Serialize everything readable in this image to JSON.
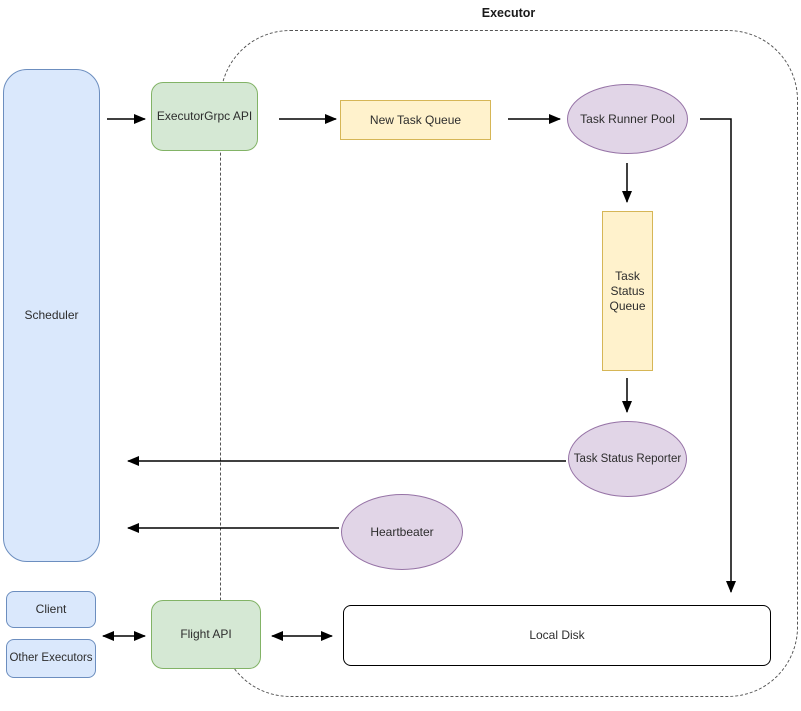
{
  "diagram": {
    "group_label": "Executor",
    "nodes": {
      "scheduler": {
        "label": "Scheduler",
        "shape": "rounded-rect",
        "color_key": "blue"
      },
      "executor_grpc_api": {
        "label": "ExecutorGrpc API",
        "shape": "rounded-rect",
        "color_key": "green"
      },
      "new_task_queue": {
        "label": "New Task Queue",
        "shape": "rect",
        "color_key": "yellow"
      },
      "task_runner_pool": {
        "label": "Task Runner Pool",
        "shape": "ellipse",
        "color_key": "purple"
      },
      "task_status_queue": {
        "label": "Task Status Queue",
        "shape": "rect",
        "color_key": "yellow"
      },
      "task_status_reporter": {
        "label": "Task Status Reporter",
        "shape": "ellipse",
        "color_key": "purple"
      },
      "heartbeater": {
        "label": "Heartbeater",
        "shape": "ellipse",
        "color_key": "purple"
      },
      "client": {
        "label": "Client",
        "shape": "rounded-rect",
        "color_key": "blue"
      },
      "other_executors": {
        "label": "Other Executors",
        "shape": "rounded-rect",
        "color_key": "blue"
      },
      "flight_api": {
        "label": "Flight API",
        "shape": "rounded-rect",
        "color_key": "green"
      },
      "local_disk": {
        "label": "Local Disk",
        "shape": "rounded-rect",
        "color_key": "white"
      }
    },
    "edges": [
      {
        "from": "scheduler",
        "to": "executor_grpc_api",
        "type": "arrow"
      },
      {
        "from": "executor_grpc_api",
        "to": "new_task_queue",
        "type": "arrow"
      },
      {
        "from": "new_task_queue",
        "to": "task_runner_pool",
        "type": "arrow"
      },
      {
        "from": "task_runner_pool",
        "to": "task_status_queue",
        "type": "arrow"
      },
      {
        "from": "task_status_queue",
        "to": "task_status_reporter",
        "type": "arrow"
      },
      {
        "from": "task_runner_pool",
        "to": "local_disk",
        "type": "arrow"
      },
      {
        "from": "task_status_reporter",
        "to": "scheduler",
        "type": "arrow"
      },
      {
        "from": "heartbeater",
        "to": "scheduler",
        "type": "arrow"
      },
      {
        "from": "client",
        "to": "flight_api",
        "type": "double-arrow"
      },
      {
        "from": "other_executors",
        "to": "flight_api",
        "type": "double-arrow"
      },
      {
        "from": "flight_api",
        "to": "local_disk",
        "type": "double-arrow"
      }
    ]
  },
  "palette": {
    "blue_fill": "#dae8fc",
    "blue_stroke": "#6c8ebf",
    "green_fill": "#d5e8d4",
    "green_stroke": "#82b366",
    "yellow_fill": "#fff2cc",
    "yellow_stroke": "#d6b656",
    "purple_fill": "#e1d5e7",
    "purple_stroke": "#9673a6",
    "boundary_stroke": "#545454",
    "arrow_color": "#000000"
  }
}
